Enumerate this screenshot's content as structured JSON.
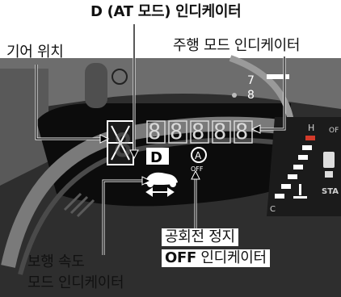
{
  "callouts": {
    "d_mode": {
      "prefix": "D (AT ",
      "suffix": "모드) 인디케이터"
    },
    "drive_mode": "주행 모드 인디케이터",
    "gear_position": "기어 위치",
    "idle_stop": {
      "line1": "공회전 정지",
      "line2_bold": "OFF",
      "line2_rest": " 인디케이터"
    },
    "walk_mode": {
      "line1": "보행 속도",
      "line2": "모드 인디케이터"
    }
  },
  "display": {
    "gear_segment": "8",
    "d_indicator": "D",
    "drive_mode_segments": [
      "8",
      "8",
      "8",
      "8",
      "8"
    ],
    "idle_stop_letter": "A",
    "idle_stop_sub": "OFF"
  },
  "tachometer": {
    "ticks": [
      "7",
      "8"
    ]
  },
  "temp_gauge": {
    "hot": "H",
    "cold": "C"
  },
  "fuel_gauge": {
    "start": "STA",
    "top_partial": "OF"
  },
  "colors": {
    "bezel": "#3a3a3a",
    "lcd": "#0b0b0b",
    "highlight": "#ffffff",
    "gauge_red": "#d33a2a"
  }
}
